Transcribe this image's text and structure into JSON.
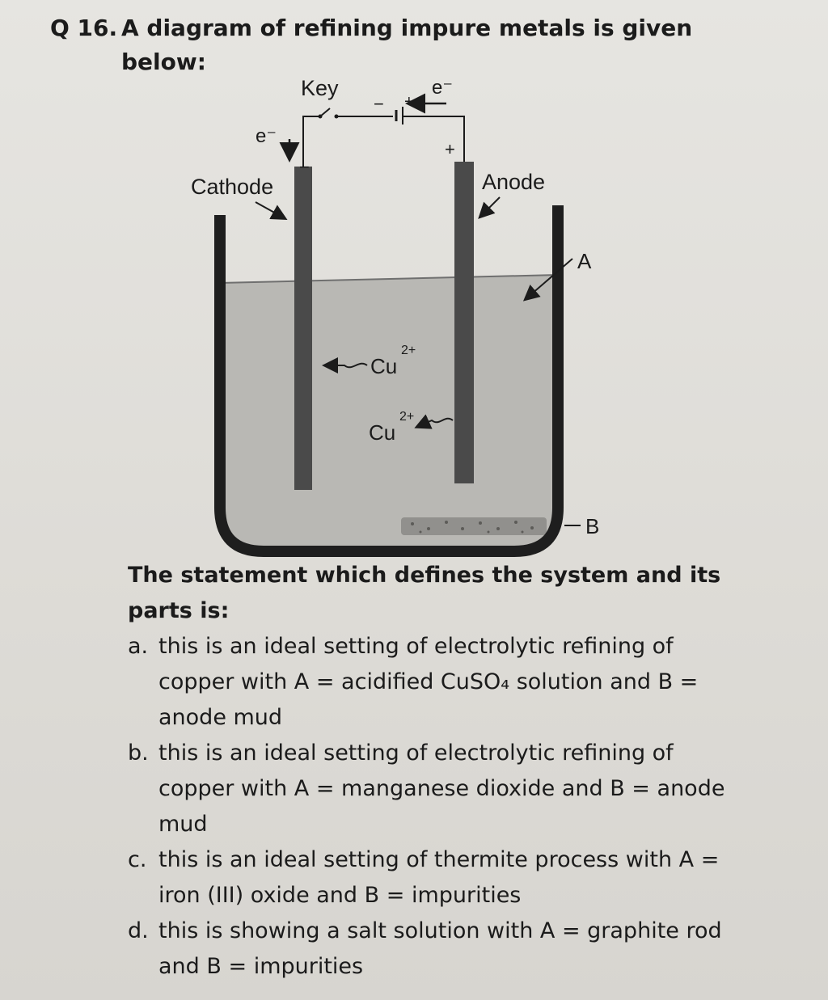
{
  "question": {
    "number": "Q 16.",
    "text": "A diagram of refining impure metals is given below:"
  },
  "diagram": {
    "key_label": "Key",
    "electron_top": "e⁻",
    "electron_left": "e⁻",
    "battery_minus": "−",
    "battery_plus": "+",
    "cathode_minus": "−",
    "anode_plus": "+",
    "cathode_label": "Cathode",
    "anode_label": "Anode",
    "label_a": "A",
    "label_b": "B",
    "ion_1": "Cu",
    "ion_1_charge": "2+",
    "ion_2": "Cu",
    "ion_2_charge": "2+",
    "colors": {
      "electrode": "#4a4a4a",
      "solution": "#b9b8b4",
      "vessel": "#1e1e1e"
    }
  },
  "statement": "The statement which defines the system and its parts is:",
  "options": [
    {
      "letter": "a.",
      "text": "this is an ideal setting of electrolytic refining of copper with A = acidified CuSO₄ solution and B = anode mud"
    },
    {
      "letter": "b.",
      "text": "this is an ideal setting of electrolytic refining of copper with A = manganese dioxide and B = anode mud"
    },
    {
      "letter": "c.",
      "text": "this is an ideal setting of thermite process with A = iron (III) oxide and B = impurities"
    },
    {
      "letter": "d.",
      "text": "this is showing a salt solution with A = graphite rod and B = impurities"
    }
  ]
}
